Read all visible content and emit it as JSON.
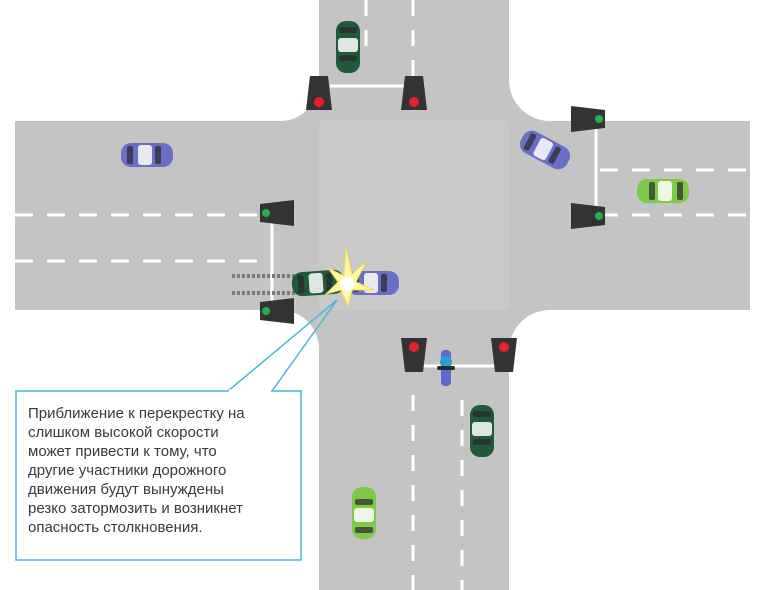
{
  "callout": {
    "lines": [
      "Приближение к перекрестку на",
      "слишком высокой скорости",
      "может привести к тому, что",
      "другие участники дорожного",
      "движения будут вынуждены",
      "резко затормозить и возникнет",
      "опасность столкновения."
    ],
    "border_color": "#4ab8d6"
  },
  "colors": {
    "road": "#c4c4c4",
    "signal_housing": "#333333",
    "signal_red": "#e8202a",
    "signal_green": "#1fb34a",
    "car_blue": "#6a6fc4",
    "car_dark_green": "#1f5a3a",
    "car_light_green": "#7fc94a"
  },
  "traffic_lights": [
    {
      "id": "north-left",
      "state": "red"
    },
    {
      "id": "north-right",
      "state": "red"
    },
    {
      "id": "east-top",
      "state": "green"
    },
    {
      "id": "east-bottom",
      "state": "green"
    },
    {
      "id": "west-top",
      "state": "green"
    },
    {
      "id": "west-bottom",
      "state": "green"
    },
    {
      "id": "south-left",
      "state": "red"
    },
    {
      "id": "south-right",
      "state": "red"
    }
  ],
  "vehicles": [
    {
      "id": "north-car",
      "color": "dark-green"
    },
    {
      "id": "west-top-car",
      "color": "blue"
    },
    {
      "id": "east-turning-car",
      "color": "blue"
    },
    {
      "id": "east-car",
      "color": "light-green"
    },
    {
      "id": "collision-car-green",
      "color": "dark-green"
    },
    {
      "id": "collision-car-blue",
      "color": "blue"
    },
    {
      "id": "motorcycle",
      "color": "blue"
    },
    {
      "id": "south-car-dark",
      "color": "dark-green"
    },
    {
      "id": "south-car-light",
      "color": "light-green"
    }
  ]
}
